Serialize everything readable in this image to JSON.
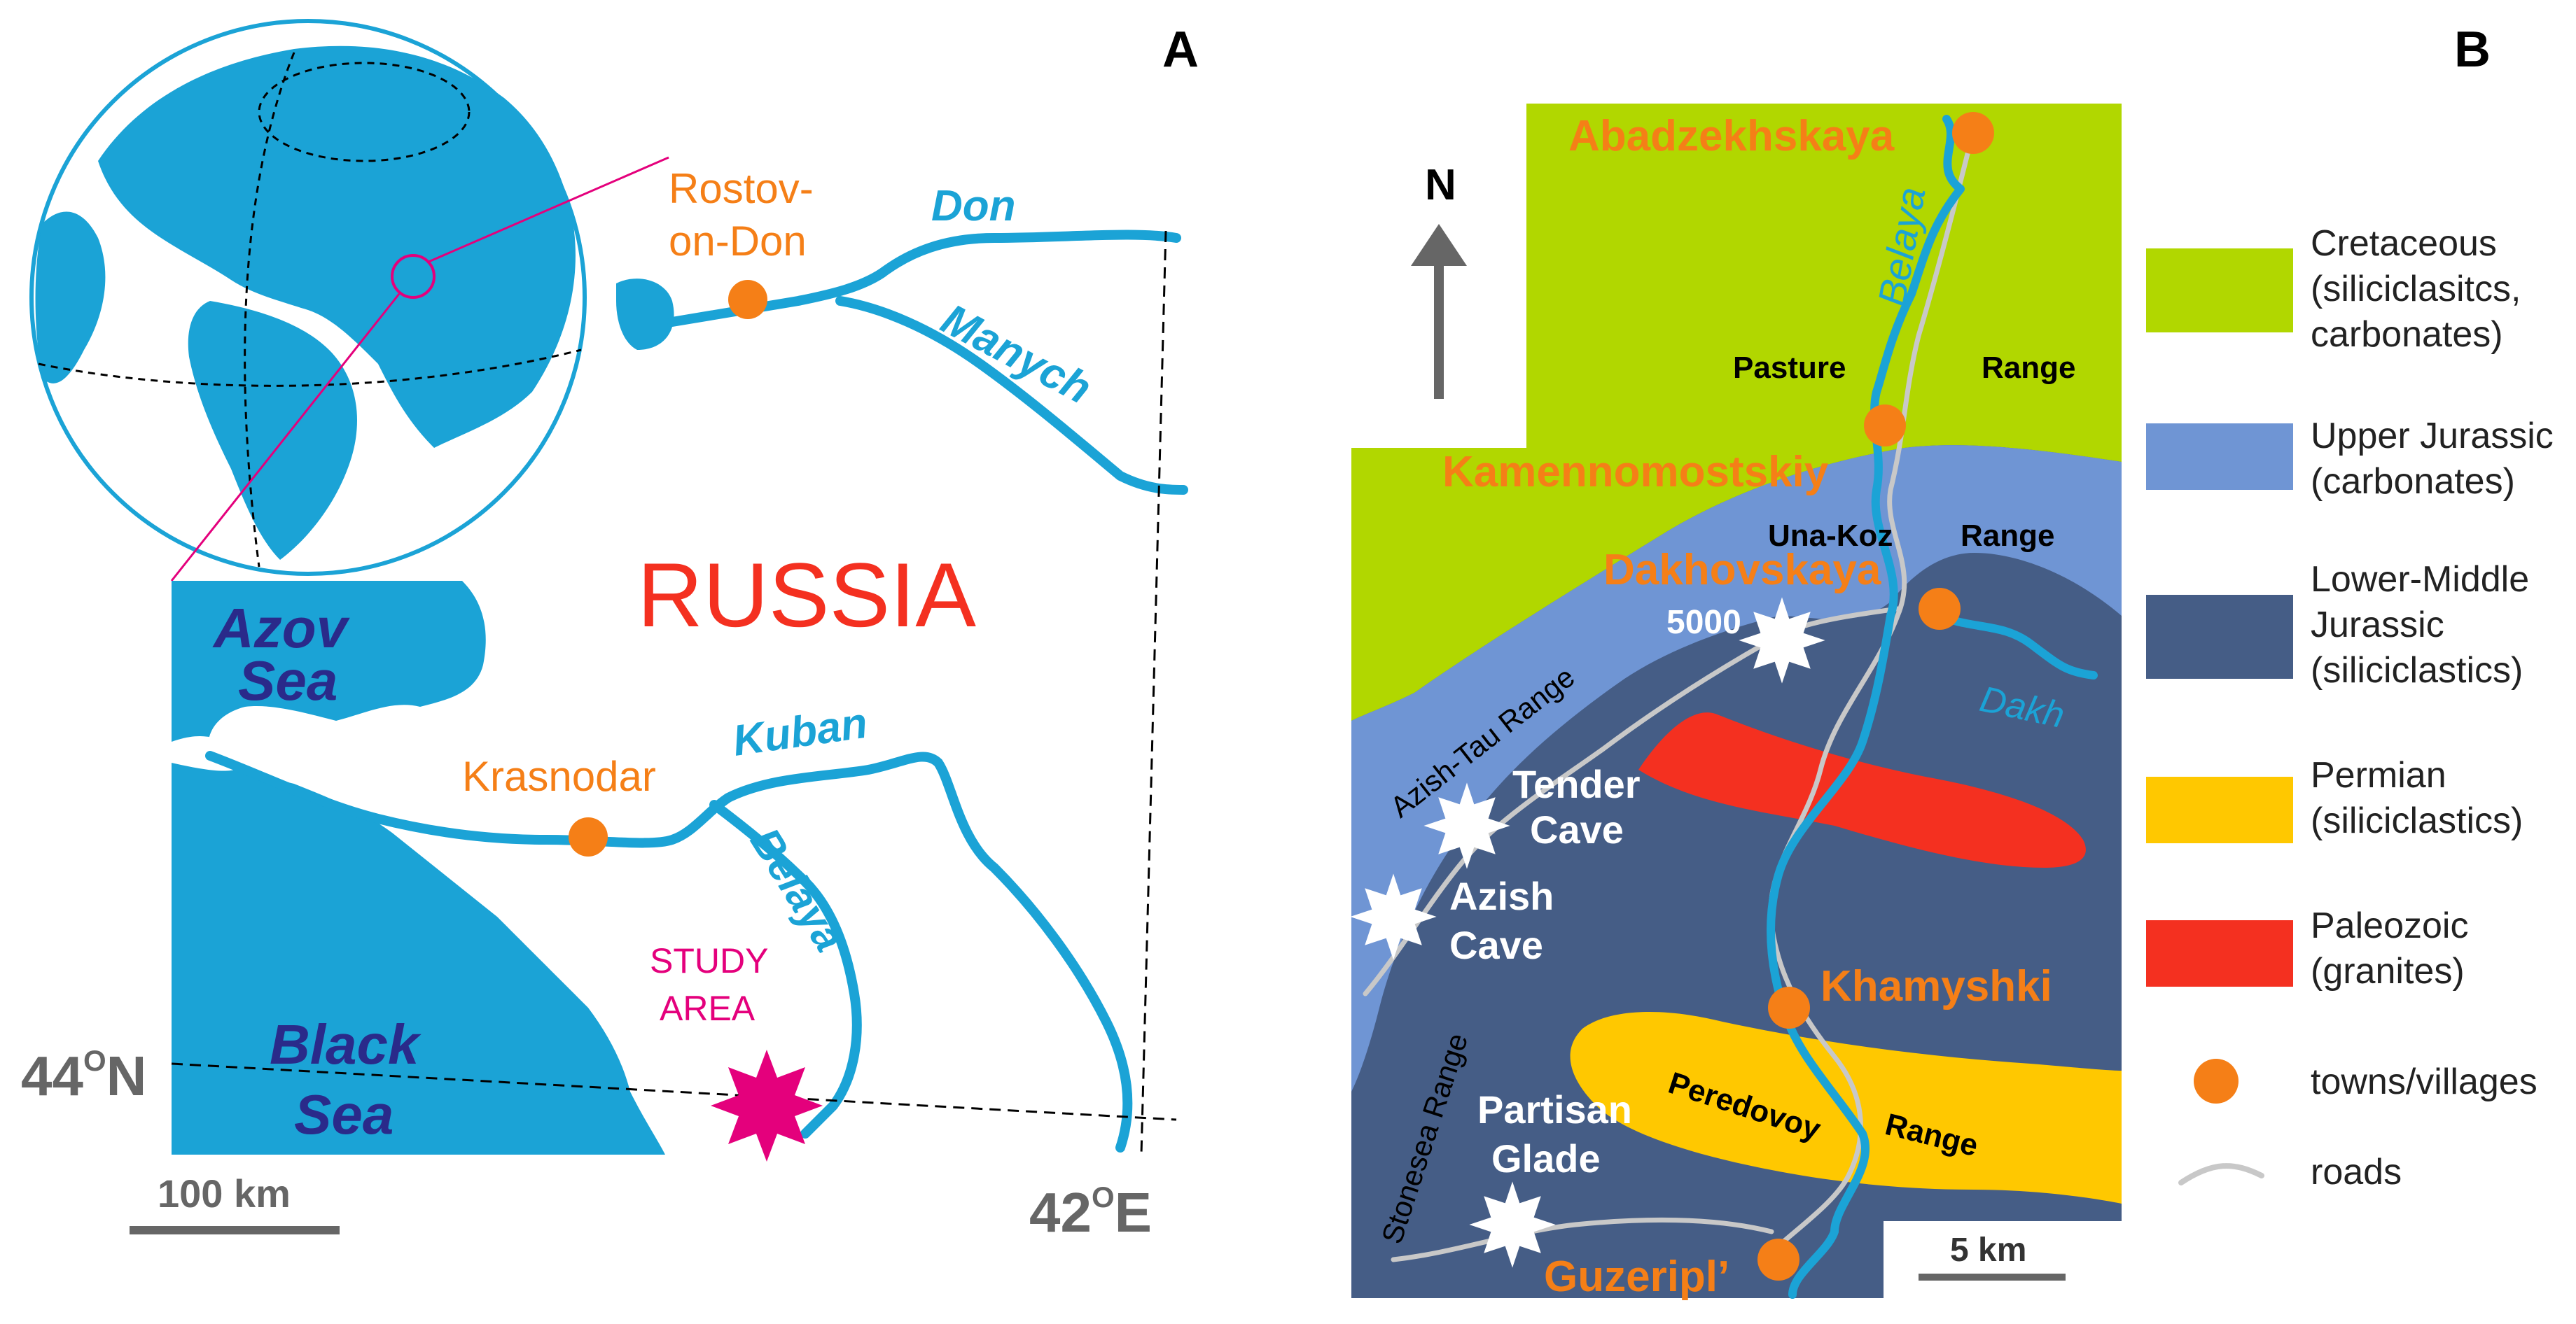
{
  "panel_a": {
    "label": "A",
    "country": "RUSSIA",
    "seas": {
      "azov_1": "Azov",
      "azov_2": "Sea",
      "black_1": "Black",
      "black_2": "Sea"
    },
    "rivers": {
      "don": "Don",
      "manych": "Manych",
      "kuban": "Kuban",
      "belaya": "Belaya"
    },
    "cities": {
      "rostov_1": "Rostov-",
      "rostov_2": "on-Don",
      "krasnodar": "Krasnodar"
    },
    "study_area_1": "STUDY",
    "study_area_2": "AREA",
    "latitude": {
      "value": "44",
      "sup": "O",
      "dir": "N"
    },
    "longitude": {
      "value": "42",
      "sup": "O",
      "dir": "E"
    },
    "scale": "100 km"
  },
  "panel_b": {
    "label": "B",
    "north": "N",
    "towns": {
      "abadzekhskaya": "Abadzekhskaya",
      "kamennomostskiy": "Kamennomostskiy",
      "dakhovskaya": "Dakhovskaya",
      "khamyshki": "Khamyshki",
      "guzeripl": "Guzeripl’"
    },
    "rivers": {
      "belaya": "Belaya",
      "dakh": "Dakh"
    },
    "ranges": {
      "pasture": "Pasture",
      "pasture_range": "Range",
      "unakoz": "Una-Koz",
      "unakoz_range": "Range",
      "azishtau": "Azish-Tau Range",
      "stonesea": "Stonesea Range",
      "peredovoy": "Peredovoy",
      "peredovoy_range": "Range"
    },
    "caves": {
      "tender_1": "Tender",
      "tender_2": "Cave",
      "azish_1": "Azish",
      "azish_2": "Cave",
      "partisan_1": "Partisan",
      "partisan_2": "Glade",
      "peak": "5000"
    },
    "scale": "5 km",
    "colors": {
      "cretaceous": "#b1d700",
      "upper_jurassic": "#6f95d4",
      "lower_middle_jurassic": "#455d86",
      "permian": "#ffc800",
      "paleozoic": "#f43020",
      "town": "#f57f17",
      "river": "#1ba3d6",
      "road": "#c8c8c8"
    }
  },
  "legend": {
    "items": [
      {
        "lines": [
          "Cretaceous",
          "(siliciclasitcs,",
          "carbonates)"
        ]
      },
      {
        "lines": [
          "Upper Jurassic",
          "(carbonates)"
        ]
      },
      {
        "lines": [
          "Lower-Middle",
          "Jurassic",
          "(siliciclastics)"
        ]
      },
      {
        "lines": [
          "Permian",
          "(siliciclastics)"
        ]
      },
      {
        "lines": [
          "Paleozoic",
          "(granites)"
        ]
      },
      {
        "lines": [
          "towns/villages"
        ]
      },
      {
        "lines": [
          "roads"
        ]
      }
    ]
  }
}
